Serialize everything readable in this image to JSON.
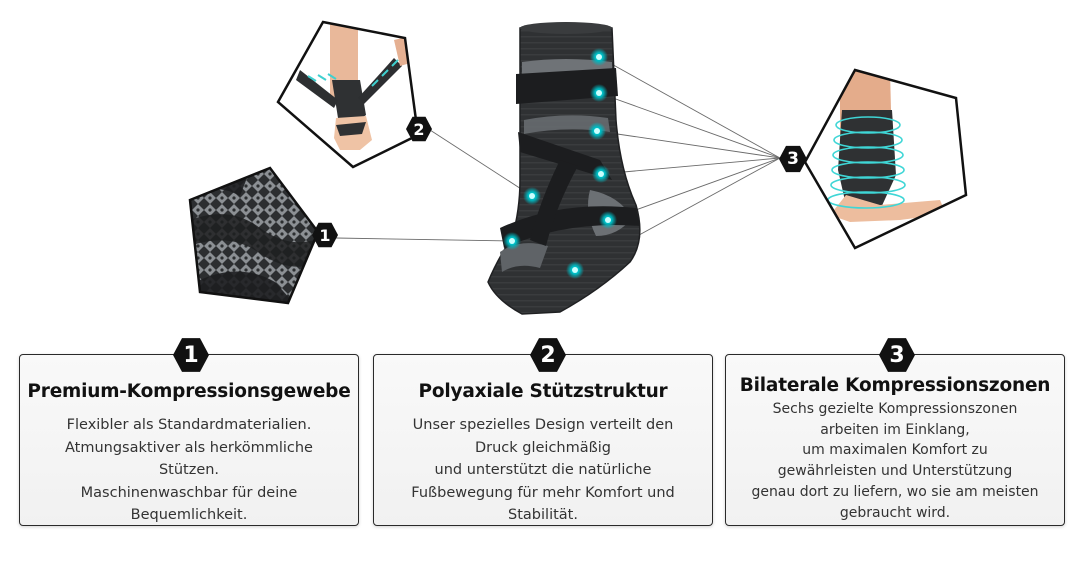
{
  "diagram": {
    "callouts": [
      {
        "number": "1"
      },
      {
        "number": "2"
      },
      {
        "number": "3"
      }
    ]
  },
  "colors": {
    "badge": "#111111",
    "accent_dot": "#00c4c4",
    "sleeve": "#2b2d2f",
    "pattern": "#8a8d90"
  },
  "cards": [
    {
      "number": "1",
      "title": "Premium-Kompressionsgewebe",
      "lines": [
        "Flexibler als Standardmaterialien.",
        "Atmungsaktiver als herkömmliche",
        "Stützen.",
        "Maschinenwaschbar für deine",
        "Bequemlichkeit."
      ]
    },
    {
      "number": "2",
      "title": "Polyaxiale Stützstruktur",
      "lines": [
        "Unser spezielles Design verteilt den",
        "Druck gleichmäßig",
        "und unterstützt die natürliche",
        "Fußbewegung für mehr Komfort und",
        "Stabilität."
      ]
    },
    {
      "number": "3",
      "title": "Bilaterale Kompressionszonen",
      "lines": [
        "Sechs gezielte Kompressionszonen",
        "arbeiten im Einklang,",
        "um maximalen Komfort zu",
        "gewährleisten und Unterstützung",
        "genau dort zu liefern, wo sie am meisten",
        "gebraucht wird."
      ]
    }
  ]
}
